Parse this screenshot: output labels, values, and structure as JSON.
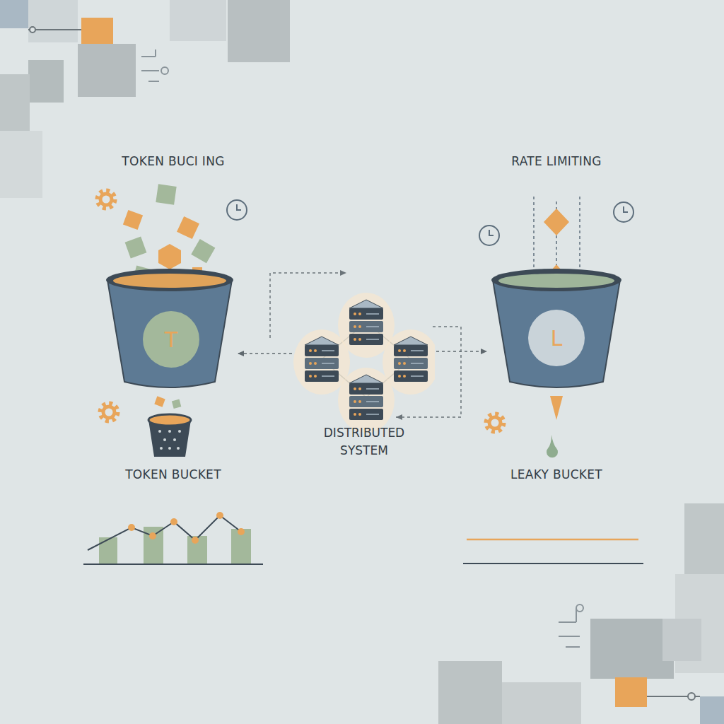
{
  "diagram": {
    "nodes": [
      {
        "text": [
          "T"
        ]
      },
      {
        "text": [
          "DISTRIBUTED SYSTEM"
        ]
      },
      {
        "text": [
          "L"
        ]
      }
    ],
    "edges": [
      {
        "from": 1,
        "to": 0,
        "arrow": "to"
      },
      {
        "from": 1,
        "to": 2,
        "arrow": "to"
      }
    ],
    "labels": [
      "TOKEN BUCI ING",
      "RATE LIMITING",
      "TOKEN BUCKET",
      "LEAKY BUCKET"
    ]
  }
}
